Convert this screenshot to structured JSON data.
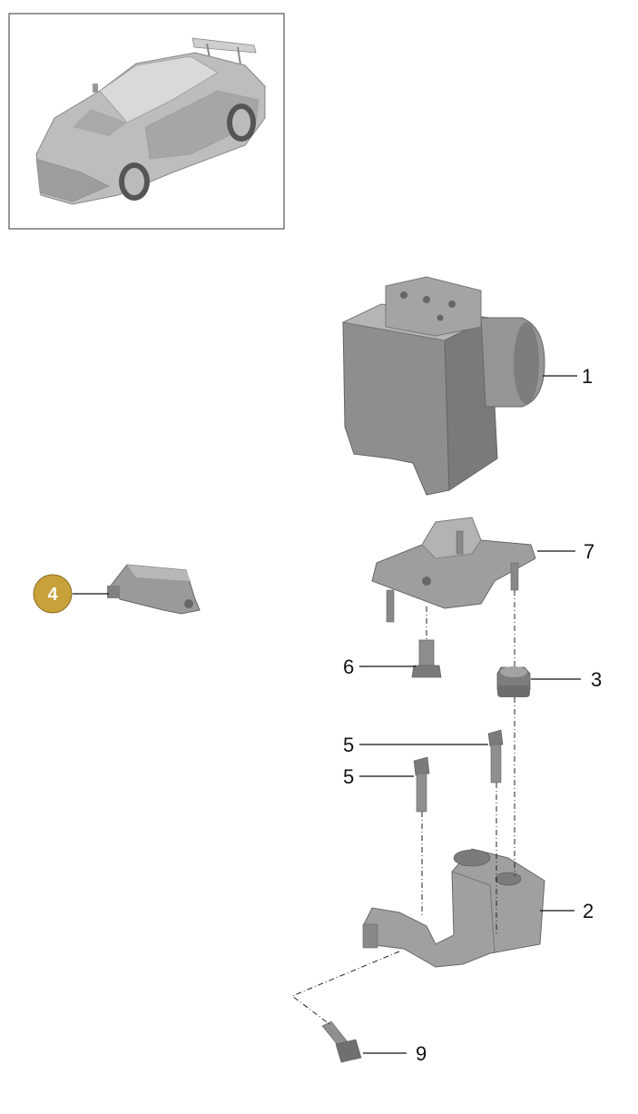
{
  "colors": {
    "part_fill": "#9a9a9a",
    "part_dark": "#6e6e6e",
    "part_light": "#bdbdbd",
    "line": "#222222",
    "highlight": "#c9a13a",
    "frame": "#555555"
  },
  "callouts": {
    "p1": "1",
    "p2": "2",
    "p3": "3",
    "p4": "4",
    "p5a": "5",
    "p5b": "5",
    "p6": "6",
    "p7": "7",
    "p9": "9"
  },
  "highlighted_part": "4",
  "icons": [
    "car-thumbnail",
    "abs-control-unit",
    "mounting-bracket",
    "rubber-mount",
    "bolt",
    "yaw-rate-sensor",
    "support-bracket"
  ]
}
